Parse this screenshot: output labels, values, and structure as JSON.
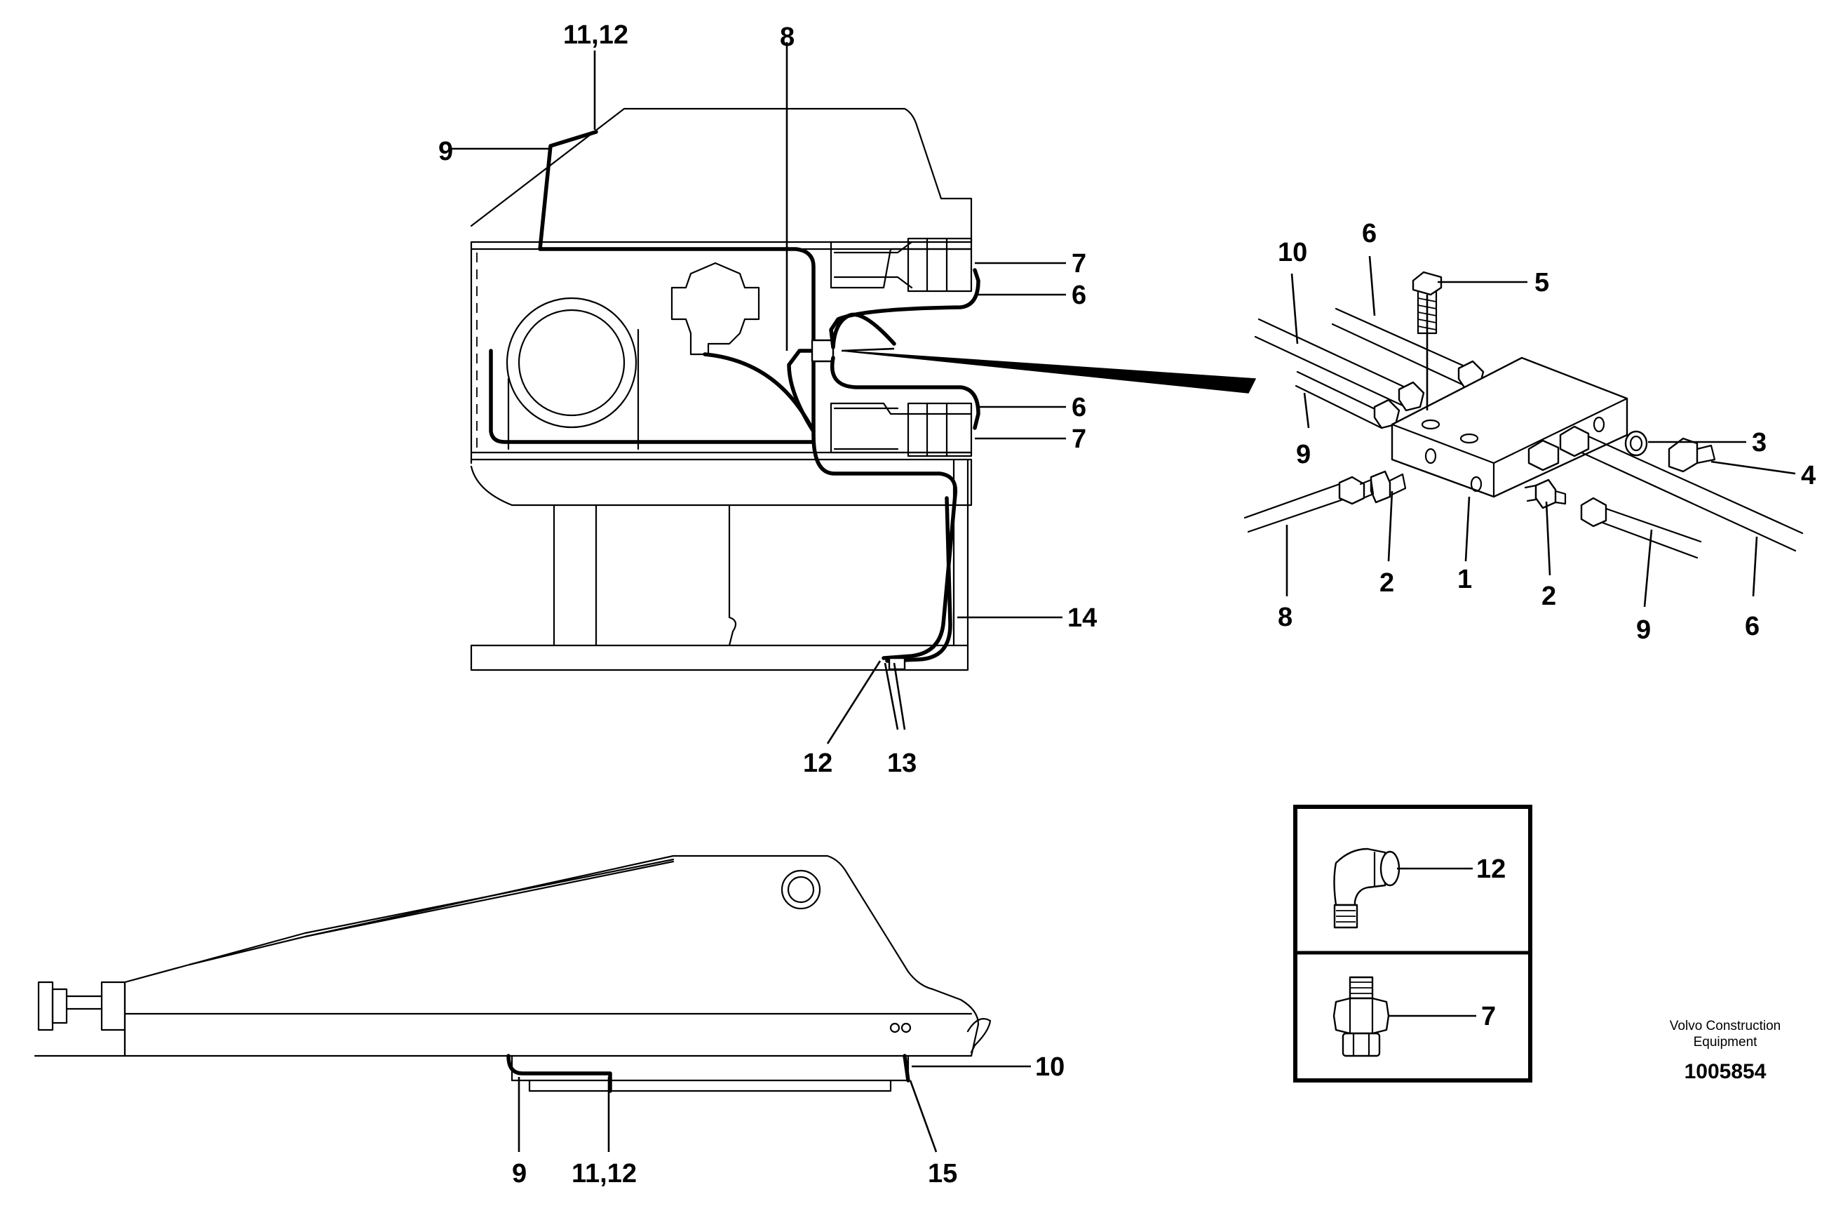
{
  "brand": {
    "line1": "Volvo Construction",
    "line2": "Equipment"
  },
  "document_number": "1005854",
  "callouts": {
    "top_view": {
      "c11_12": "11,12",
      "c8": "8",
      "c9": "9",
      "c7a": "7",
      "c6a": "6",
      "c6b": "6",
      "c7b": "7",
      "c14": "14",
      "c12": "12",
      "c13": "13"
    },
    "valve_block": {
      "c10": "10",
      "c6_top": "6",
      "c5": "5",
      "c9_left": "9",
      "c3": "3",
      "c4": "4",
      "c8": "8",
      "c2_left": "2",
      "c1": "1",
      "c2_right": "2",
      "c9_right": "9",
      "c6_right": "6"
    },
    "side_view": {
      "c10": "10",
      "c9": "9",
      "c11_12": "11,12",
      "c15": "15"
    },
    "inset": {
      "c12": "12",
      "c7": "7"
    }
  }
}
